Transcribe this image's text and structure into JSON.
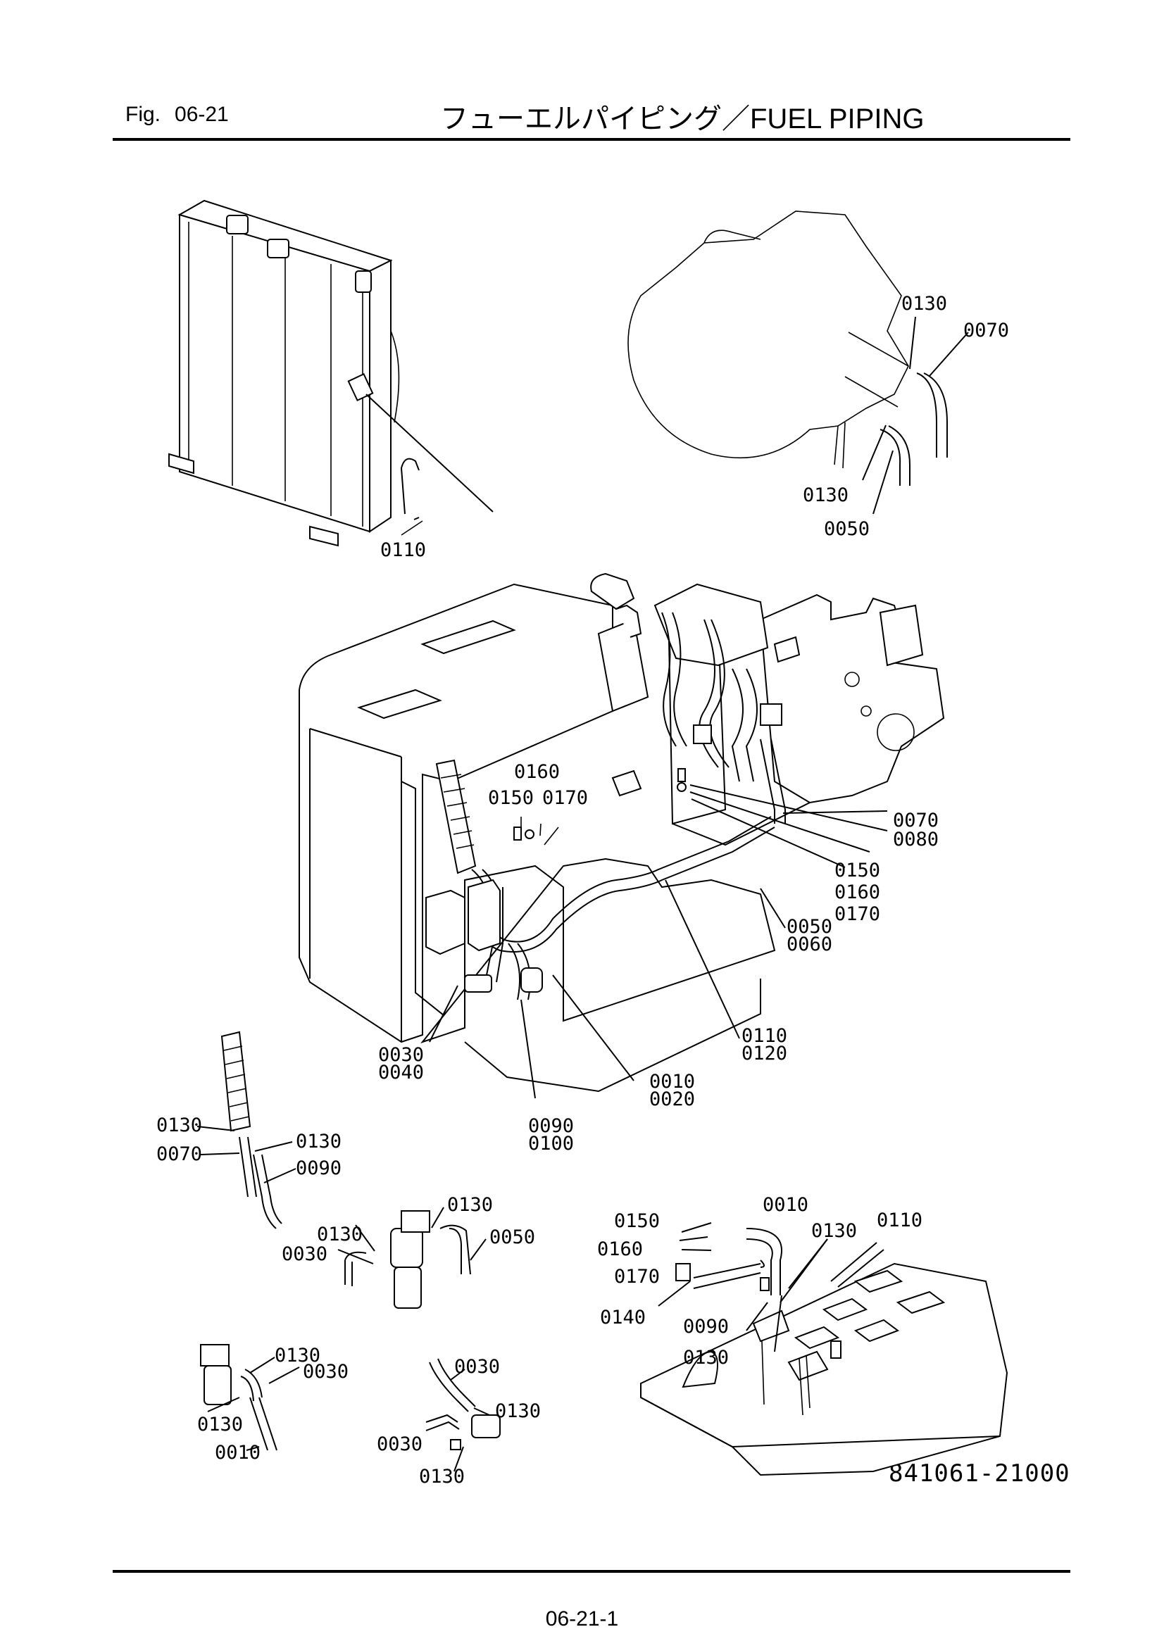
{
  "header": {
    "fig_label": "Fig.",
    "fig_number": "06-21",
    "title": "フューエルパイピング／FUEL PIPING"
  },
  "footer": {
    "page": "06-21-1"
  },
  "drawing_number": "841061-21000",
  "labels": {
    "radiator_0110": "0110",
    "eng_0130a": "0130",
    "eng_0070": "0070",
    "eng_0130b": "0130",
    "eng_0050": "0050",
    "m_0160": "0160",
    "m_0150": "0150",
    "m_0170": "0170",
    "r_0070_0080": "0070\n0080",
    "r_0150": "0150",
    "r_0160": "0160",
    "r_0170": "0170",
    "r_0050_0060": "0050\n0060",
    "r_0110_0120": "0110\n0120",
    "r_0010_0020": "0010\n0020",
    "m_0030_0040": "0030\n0040",
    "m_0090_0100": "0090\n0100",
    "c_0130a": "0130",
    "c_0070": "0070",
    "c_0130b": "0130",
    "c_0090": "0090",
    "f_0130a": "0130",
    "f_0130b": "0130",
    "f_0030": "0030",
    "f_0050": "0050",
    "g_0130a": "0130",
    "g_0030": "0030",
    "g_0130b": "0130",
    "g_0010": "0010",
    "p_0030a": "0030",
    "p_0130a": "0130",
    "p_0030b": "0030",
    "p_0130b": "0130",
    "t_0150": "0150",
    "t_0010": "0010",
    "t_0130": "0130",
    "t_0110": "0110",
    "t_0160": "0160",
    "t_0170": "0170",
    "t_0140": "0140",
    "t_0090": "0090",
    "t_0130b": "0130"
  }
}
